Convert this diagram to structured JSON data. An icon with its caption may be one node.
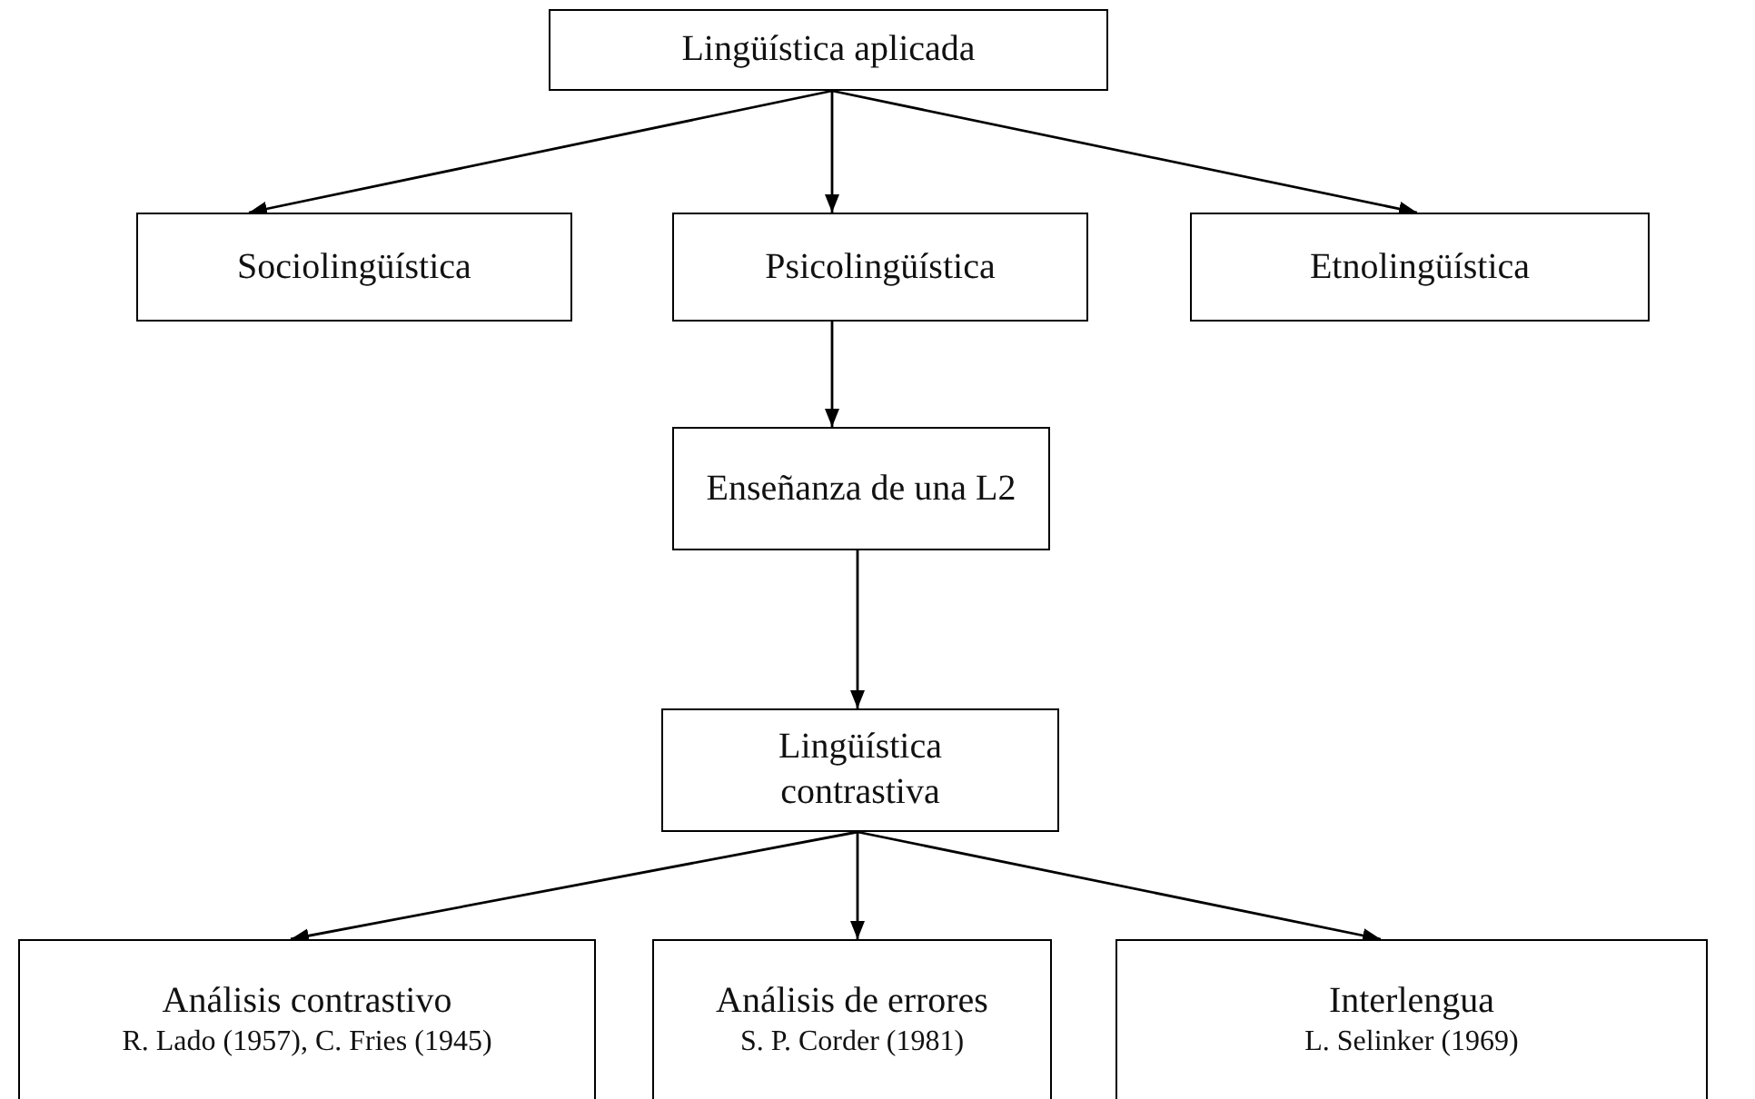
{
  "diagram": {
    "nodes": [
      {
        "text": [
          "Lingüística aplicada"
        ]
      },
      {
        "text": [
          "Sociolingüística"
        ]
      },
      {
        "text": [
          "Psicolingüística"
        ]
      },
      {
        "text": [
          "Etnolingüística"
        ]
      },
      {
        "text": [
          "Enseñanza de una L2"
        ]
      },
      {
        "text": [
          "Lingüística contrastiva"
        ]
      },
      {
        "text": [
          "Análisis contrastivo",
          "R. Lado (1957), C. Fries (1945)"
        ]
      },
      {
        "text": [
          "Análisis de errores",
          "S. P. Corder (1981)"
        ]
      },
      {
        "text": [
          "Interlengua",
          "L. Selinker (1969)"
        ]
      }
    ],
    "edges": [
      {
        "from": 0,
        "to": 1,
        "arrow": "to"
      },
      {
        "from": 0,
        "to": 2,
        "arrow": "to"
      },
      {
        "from": 0,
        "to": 3,
        "arrow": "to"
      },
      {
        "from": 2,
        "to": 4,
        "arrow": "to"
      },
      {
        "from": 4,
        "to": 5,
        "arrow": "to"
      },
      {
        "from": 5,
        "to": 6,
        "arrow": "to"
      },
      {
        "from": 5,
        "to": 7,
        "arrow": "to"
      },
      {
        "from": 5,
        "to": 8,
        "arrow": "to"
      }
    ]
  }
}
